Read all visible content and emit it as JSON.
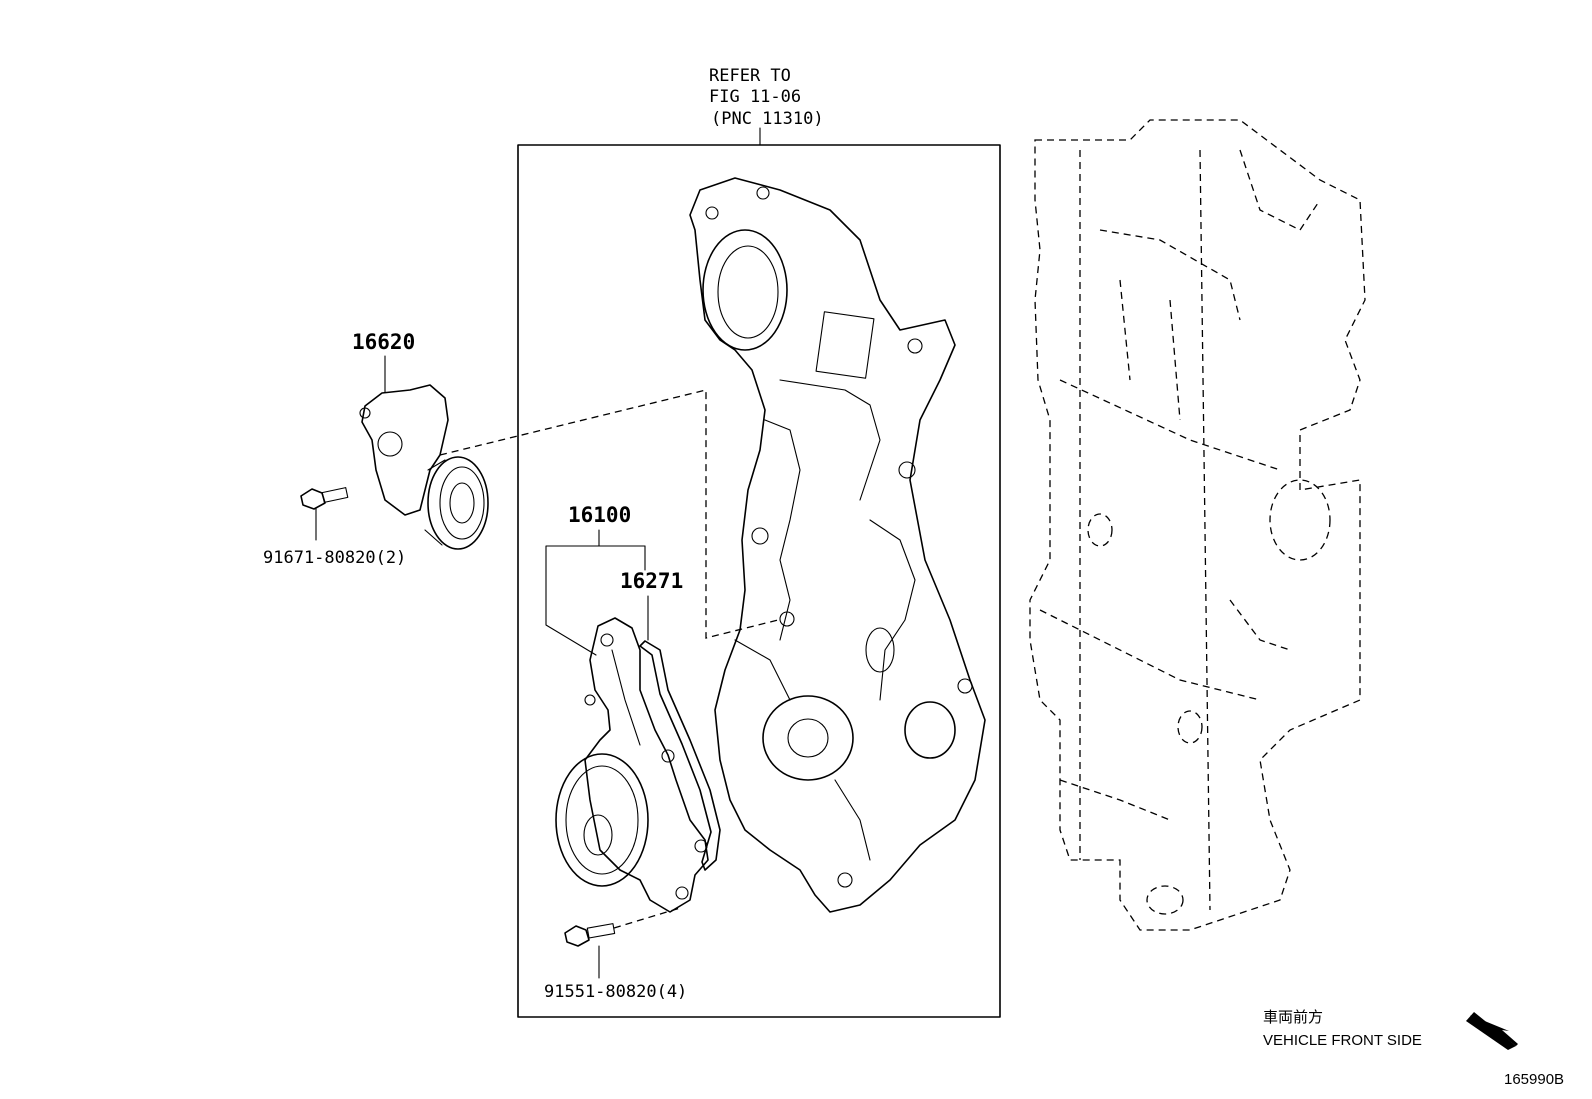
{
  "refer": {
    "line1": "REFER TO",
    "line2": "FIG 11-06",
    "line3": "(PNC 11310)"
  },
  "parts": {
    "tensioner": "16620",
    "tensioner_bolt": "91671-80820(2)",
    "water_pump": "16100",
    "gasket": "16271",
    "pump_bolt": "91551-80820(4)"
  },
  "direction": {
    "jp_label": "車両前方",
    "en_label": "VEHICLE FRONT SIDE",
    "arrow_icon": "direction-arrow-icon"
  },
  "figure_id": "165990B"
}
